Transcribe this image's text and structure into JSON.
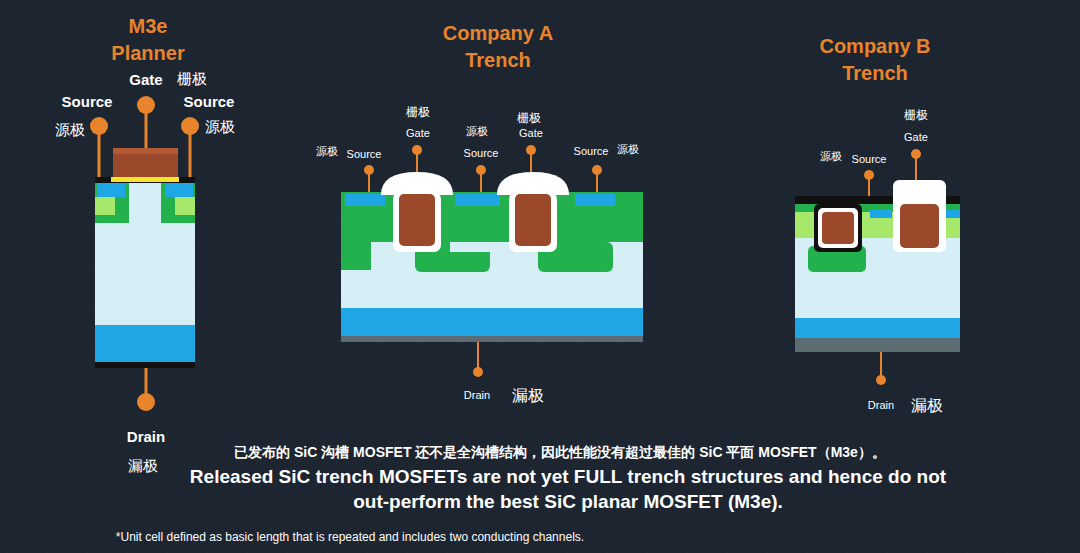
{
  "diagram": {
    "caption": "Released SiC trench MOSFETs are not yet FULL trench structures and hence do not out-perform the best SiC planar MOSFET (M3e).",
    "labels": [
      "M3e Planner",
      "Gate",
      "栅极",
      "Source",
      "源极",
      "Source",
      "源极",
      "Drain",
      "漏极",
      "Company A Trench",
      "栅极",
      "Gate",
      "源极",
      "Source",
      "源极",
      "Source",
      "栅极",
      "Gate",
      "Source",
      "源极",
      "Drain",
      "漏极",
      "Company B Trench",
      "源极",
      "Source",
      "栅极",
      "Gate",
      "Drain",
      "漏极",
      "已发布的 SiC 沟槽 MOSFET 还不是全沟槽结构，因此性能没有超过最佳的 SiC 平面 MOSFET（M3e）。",
      "*Unit cell defined as basic length that is repeated and includes two conducting channels."
    ]
  }
}
